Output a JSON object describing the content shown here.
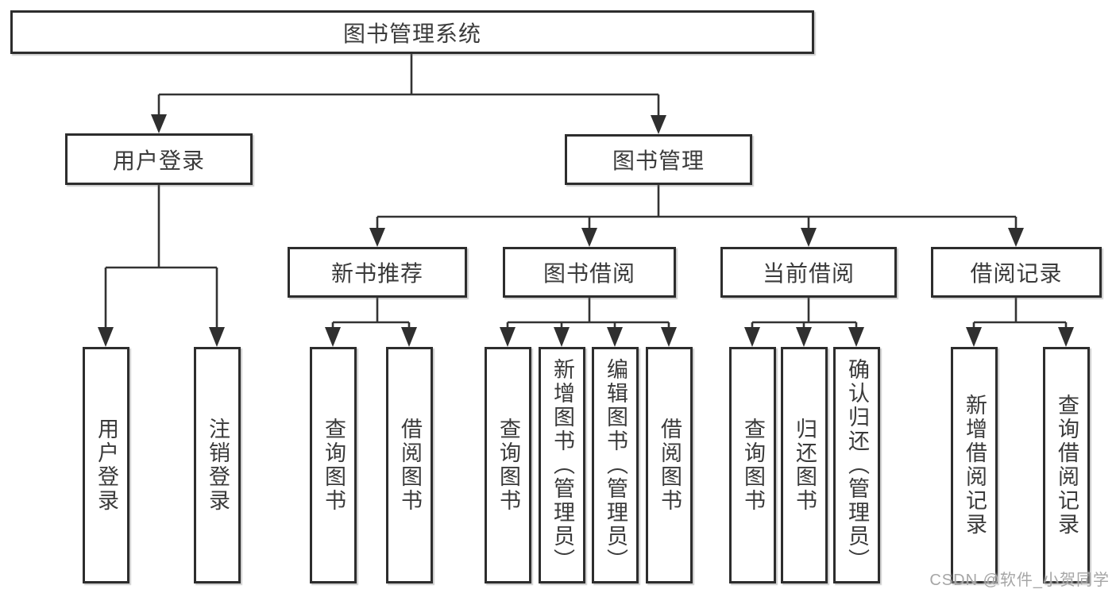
{
  "diagram": {
    "root": {
      "label": "图书管理系统"
    },
    "branches": [
      {
        "label": "用户登录",
        "children": [
          "用户登录",
          "注销登录"
        ]
      },
      {
        "label": "图书管理",
        "sub_branches": [
          {
            "label": "新书推荐",
            "children": [
              "查询图书",
              "借阅图书"
            ]
          },
          {
            "label": "图书借阅",
            "children": [
              "查询图书",
              "新增图书（管理员）",
              "编辑图书（管理员）",
              "借阅图书"
            ]
          },
          {
            "label": "当前借阅",
            "children": [
              "查询图书",
              "归还图书",
              "确认归还（管理员）"
            ]
          },
          {
            "label": "借阅记录",
            "children": [
              "新增借阅记录",
              "查询借阅记录"
            ]
          }
        ]
      }
    ],
    "colors": {
      "line": "#333333",
      "border": "#2d2d2d",
      "text": "#3a3a3a",
      "background": "#ffffff",
      "watermark": "#a6a6a6"
    }
  },
  "watermark": "CSDN @软件_小贺同学"
}
